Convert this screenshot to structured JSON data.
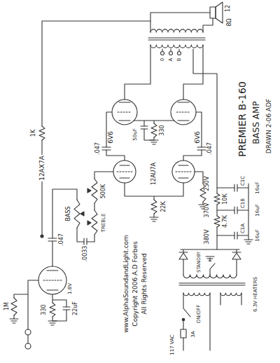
{
  "diagram": {
    "labels": [
      "12",
      "8Ω",
      "0",
      "A",
      "B",
      "6V6",
      "6V6",
      "12AX7A",
      "1K",
      ".047",
      ".047",
      "330",
      "50uF",
      "12AU7A",
      "22K",
      "500K",
      "TREBLE",
      "BASS",
      ".0033",
      ".047",
      "1M",
      "1.8V",
      "330",
      "22uF",
      "www.AlphaSoundandLight.com",
      "Copyright 2006 A.D Forbes",
      "All Rights Reserved",
      "PREMIER B-160",
      "BASS AMP",
      "DRAWN 2-06 ADF",
      "250V",
      "370V",
      "380V",
      "10K",
      "4.7K",
      "C1C",
      "C1B",
      "C1A",
      "16uF",
      "16uF",
      "16uF",
      "STANDBY",
      "6.3V HEATERS",
      "ON/OFF",
      "3A",
      "117 VAC"
    ]
  }
}
